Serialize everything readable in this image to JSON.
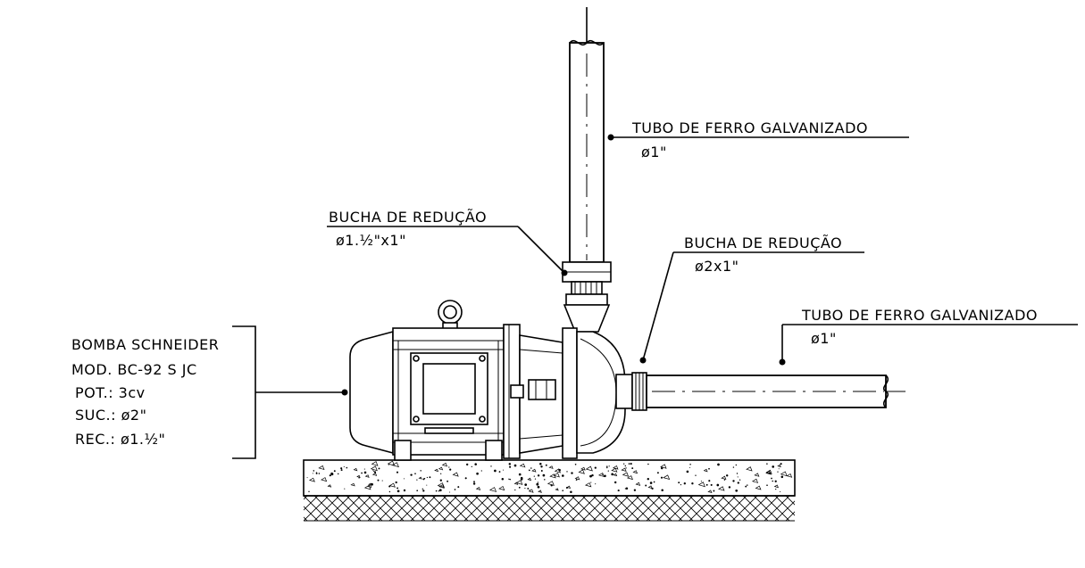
{
  "labels": {
    "pipe_vertical": {
      "title": "TUBO DE FERRO GALVANIZADO",
      "spec": "ø1\""
    },
    "reducer_left": {
      "title": "BUCHA DE REDUÇÃO",
      "spec": "ø1.½\"x1\""
    },
    "reducer_right": {
      "title": "BUCHA DE REDUÇÃO",
      "spec": "ø2x1\""
    },
    "pipe_horizontal": {
      "title": "TUBO DE FERRO GALVANIZADO",
      "spec": "ø1\""
    },
    "pump": {
      "line1": "BOMBA SCHNEIDER",
      "line2": "MOD. BC-92 S JC",
      "line3": "POT.: 3cv",
      "line4": "SUC.: ø2\"",
      "line5": "REC.: ø1.½\""
    }
  }
}
